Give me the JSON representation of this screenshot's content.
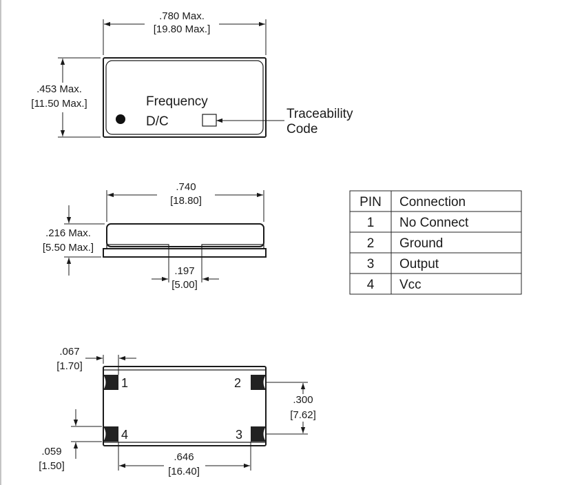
{
  "top_view": {
    "width_in": ".780 Max.",
    "width_mm": "[19.80 Max.]",
    "height_in": ".453 Max.",
    "height_mm": "[11.50 Max.]",
    "marking_line1": "Frequency",
    "marking_line2": "D/C",
    "traceability_line1": "Traceability",
    "traceability_line2": "Code"
  },
  "side_view": {
    "width_in": ".740",
    "width_mm": "[18.80]",
    "height_in": ".216 Max.",
    "height_mm": "[5.50 Max.]",
    "gap_in": ".197",
    "gap_mm": "[5.00]"
  },
  "bottom_view": {
    "pad_width_in": ".067",
    "pad_width_mm": "[1.70]",
    "pad_height_in": ".059",
    "pad_height_mm": "[1.50]",
    "pin_spacing_v_in": ".300",
    "pin_spacing_v_mm": "[7.62]",
    "pin_spacing_h_in": ".646",
    "pin_spacing_h_mm": "[16.40]",
    "pins": [
      "1",
      "2",
      "4",
      "3"
    ]
  },
  "pin_table": {
    "headers": [
      "PIN",
      "Connection"
    ],
    "rows": [
      {
        "pin": "1",
        "connection": "No Connect"
      },
      {
        "pin": "2",
        "connection": "Ground"
      },
      {
        "pin": "3",
        "connection": "Output"
      },
      {
        "pin": "4",
        "connection": "Vcc"
      }
    ]
  }
}
